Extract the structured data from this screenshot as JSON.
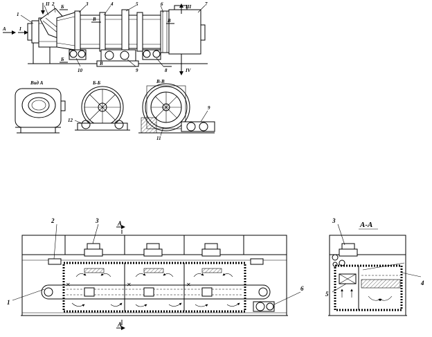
{
  "top": {
    "callouts": [
      "1",
      "2",
      "3",
      "4",
      "5",
      "6",
      "7",
      "8",
      "9",
      "10"
    ],
    "flow_labels": [
      "A",
      "I",
      "II",
      "III",
      "IV"
    ],
    "sections": [
      "Б",
      "В"
    ],
    "views": {
      "vid_a": "Вид А",
      "b_b": "Б-Б",
      "v_v": "В-В"
    },
    "view_callouts": [
      "12",
      "11",
      "9"
    ]
  },
  "bottom": {
    "callouts": [
      "1",
      "2",
      "3",
      "4",
      "5",
      "6",
      "3"
    ],
    "section_mark": "А",
    "section_title": "А-А"
  }
}
